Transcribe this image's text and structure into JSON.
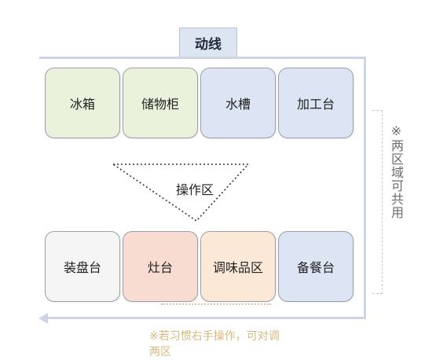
{
  "title": "动线",
  "top_row": [
    {
      "label": "冰箱",
      "color": "#eaf2dc"
    },
    {
      "label": "储物柜",
      "color": "#eaf2dc"
    },
    {
      "label": "水槽",
      "color": "#dde4f3"
    },
    {
      "label": "加工台",
      "color": "#dde4f3"
    }
  ],
  "bottom_row": [
    {
      "label": "装盘台",
      "color": "#f5f5f5"
    },
    {
      "label": "灶台",
      "color": "#f8dcd1"
    },
    {
      "label": "调味品区",
      "color": "#fbe8d6"
    },
    {
      "label": "备餐台",
      "color": "#dde4f3"
    }
  ],
  "triangle_label": "操作区",
  "side_note": "※两区域可共用",
  "bottom_note": "※若习惯右手操作，可对调两区"
}
